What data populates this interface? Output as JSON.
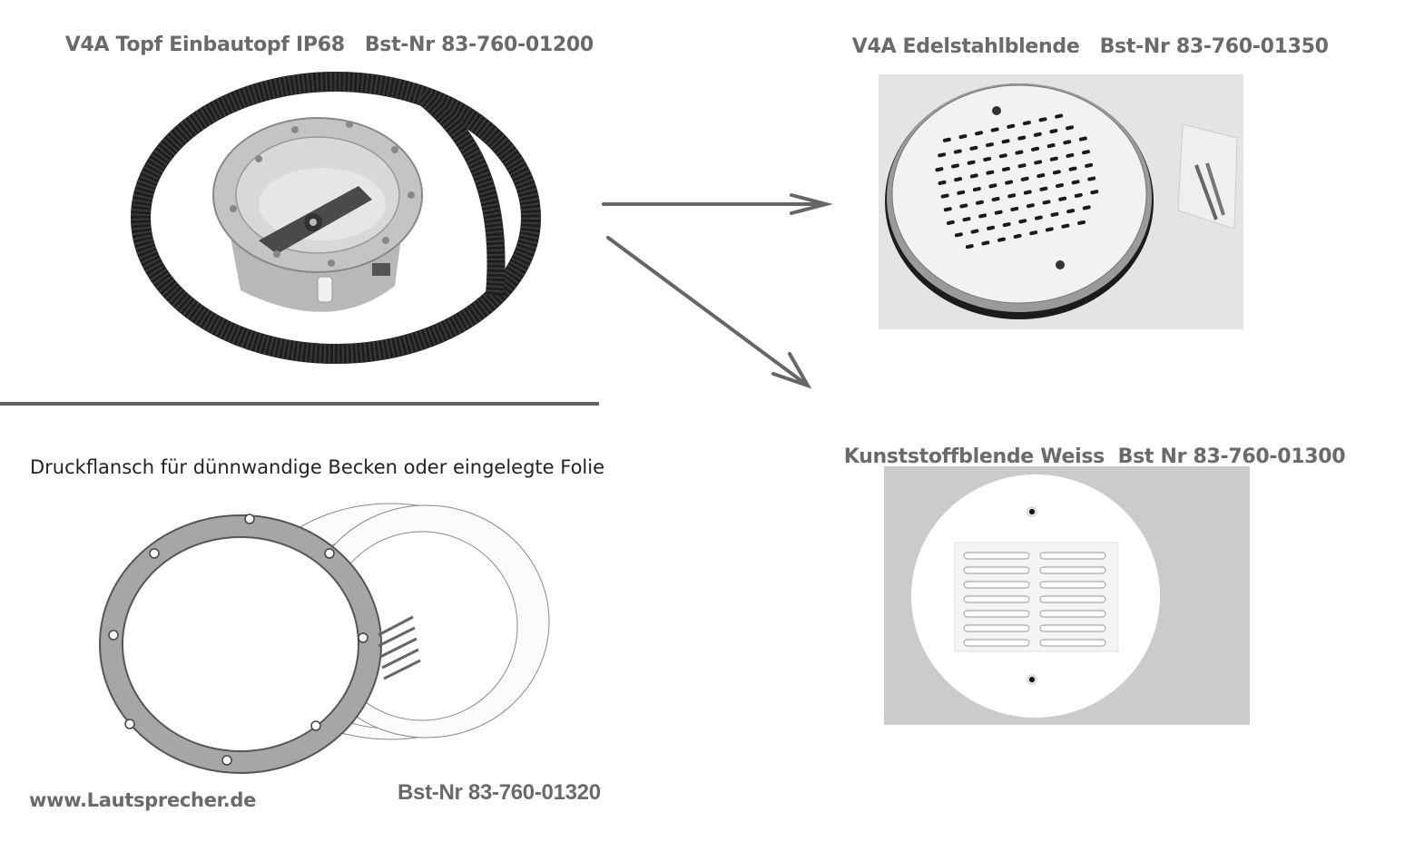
{
  "products": {
    "pot": {
      "title": "V4A Topf Einbautopf IP68",
      "order_no": "Bst-Nr 83-760-01200"
    },
    "steel_cover": {
      "title": "V4A Edelstahlblende",
      "order_no": "Bst-Nr 83-760-01350"
    },
    "plastic_cover": {
      "title": "Kunststoffblende Weiss",
      "order_no": "Bst Nr 83-760-01300"
    },
    "flange": {
      "title": "Druckflansch für dünnwandige Becken oder eingelegte Folie",
      "order_no": "Bst-Nr 83-760-01320"
    }
  },
  "footer": {
    "website": "www.Lautsprecher.de"
  },
  "arrows": [
    {
      "from": "pot",
      "to": "steel_cover"
    },
    {
      "from": "pot",
      "to": "plastic_cover"
    }
  ],
  "colors": {
    "label_gray": "#6a6a6a",
    "arrow_gray": "#666666",
    "divider": "#626262",
    "plastic_bg": "#cbcbcb",
    "steel_bg": "#e4e4e4"
  }
}
